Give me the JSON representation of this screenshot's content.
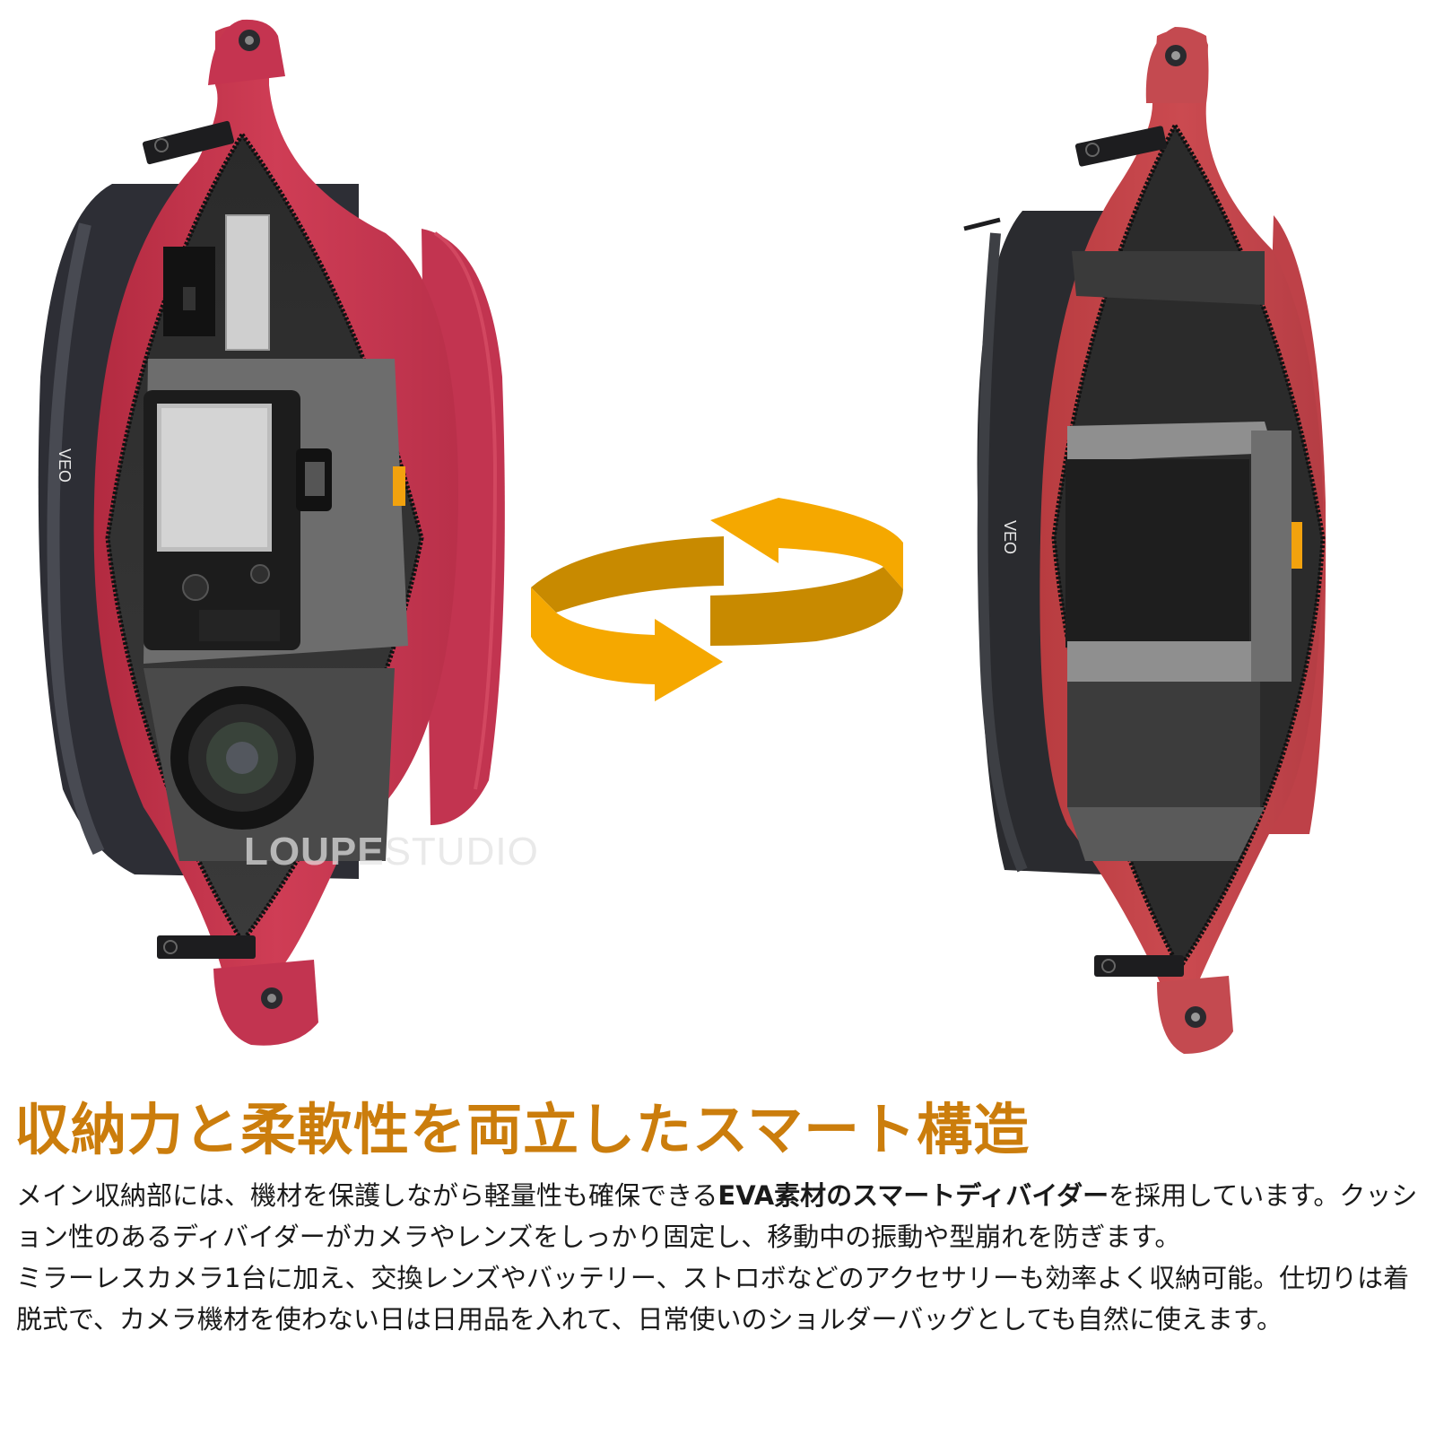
{
  "product_images": {
    "left_bag": {
      "description": "Red camera sling bag opened, packed with mirrorless camera, lens, flash and charger",
      "logo_text": "VEO"
    },
    "right_bag": {
      "description": "Red camera sling bag opened, empty interior showing removable dividers",
      "logo_text": "VEO"
    },
    "swap_arrows": {
      "icon": "rotate-arrows-icon",
      "color_light": "#F5A800",
      "color_dark": "#C88A00"
    },
    "watermark": {
      "bold_part": "LOUPE",
      "light_part": "STUDIO"
    }
  },
  "headline": "収納力と柔軟性を両立したスマート構造",
  "body": {
    "paragraph1_before": "メイン収納部には、機材を保護しながら軽量性も確保できる",
    "paragraph1_em": "EVA素材のスマートディバイダー",
    "paragraph1_after": "を採用しています。クッション性のあるディバイダーがカメラやレンズをしっかり固定し、移動中の振動や型崩れを防ぎます。",
    "paragraph2": "ミラーレスカメラ1台に加え、交換レンズやバッテリー、ストロボなどのアクセサリーも効率よく収納可能。仕切りは着脱式で、カメラ機材を使わない日は日用品を入れて、日常使いのショルダーバッグとしても自然に使えます。"
  },
  "colors": {
    "headline": "#CB7D0C",
    "bag_red": "#C8384F",
    "bag_red_right": "#C4474C",
    "text": "#1A1A1A"
  }
}
